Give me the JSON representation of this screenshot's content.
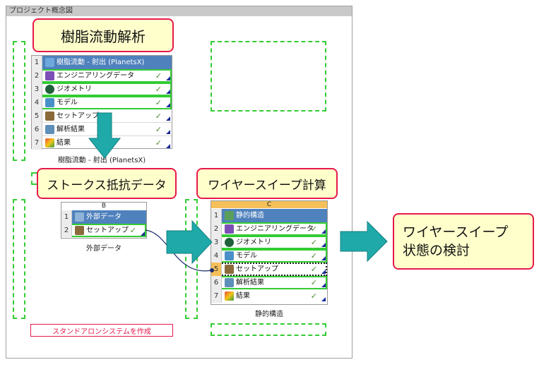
{
  "panel": {
    "title": "プロジェクト概念図"
  },
  "system_a": {
    "header": "樹脂流動 - 射出 (PlanetsⅩ)",
    "rows": [
      {
        "num": "1",
        "label": "樹脂流動 - 射出 (PlanetsⅩ)"
      },
      {
        "num": "2",
        "label": "エンジニアリングデータ",
        "check": "✓"
      },
      {
        "num": "3",
        "label": "ジオメトリ",
        "check": "✓"
      },
      {
        "num": "4",
        "label": "モデル",
        "check": "✓"
      },
      {
        "num": "5",
        "label": "セットアップ",
        "check": "✓"
      },
      {
        "num": "6",
        "label": "解析結果",
        "check": "✓"
      },
      {
        "num": "7",
        "label": "結果",
        "check": "✓"
      }
    ],
    "caption": "樹脂流動 - 射出 (PlanetsⅩ)"
  },
  "system_b": {
    "col_letter": "B",
    "rows": [
      {
        "num": "1",
        "label": "外部データ"
      },
      {
        "num": "2",
        "label": "セットアップ",
        "check": "✓"
      }
    ],
    "caption": "外部データ"
  },
  "system_c": {
    "col_letter": "C",
    "rows": [
      {
        "num": "1",
        "label": "静的構造"
      },
      {
        "num": "2",
        "label": "エンジニアリングデータ",
        "check": "✓"
      },
      {
        "num": "3",
        "label": "ジオメトリ",
        "check": "✓"
      },
      {
        "num": "4",
        "label": "モデル",
        "check": "✓"
      },
      {
        "num": "5",
        "label": "セットアップ",
        "check": "✓"
      },
      {
        "num": "6",
        "label": "解析結果",
        "check": "✓"
      },
      {
        "num": "7",
        "label": "結果",
        "check": "✓"
      }
    ],
    "caption": "静的構造"
  },
  "standalone_button": "スタンドアロンシステムを作成",
  "callouts": {
    "resin": "樹脂流動解析",
    "stokes": "ストークス抵抗データ",
    "wire": "ワイヤースイープ計算",
    "result_line1": "ワイヤースイープ",
    "result_line2": "状態の検討"
  },
  "colors": {
    "header_blue": "#4f81bd",
    "header_orange": "#f5c05a",
    "dash_green": "#33cc33",
    "arrow_teal": "#1fa9a9",
    "callout_border": "#e6194b",
    "callout_fill": "#ffffcc"
  }
}
